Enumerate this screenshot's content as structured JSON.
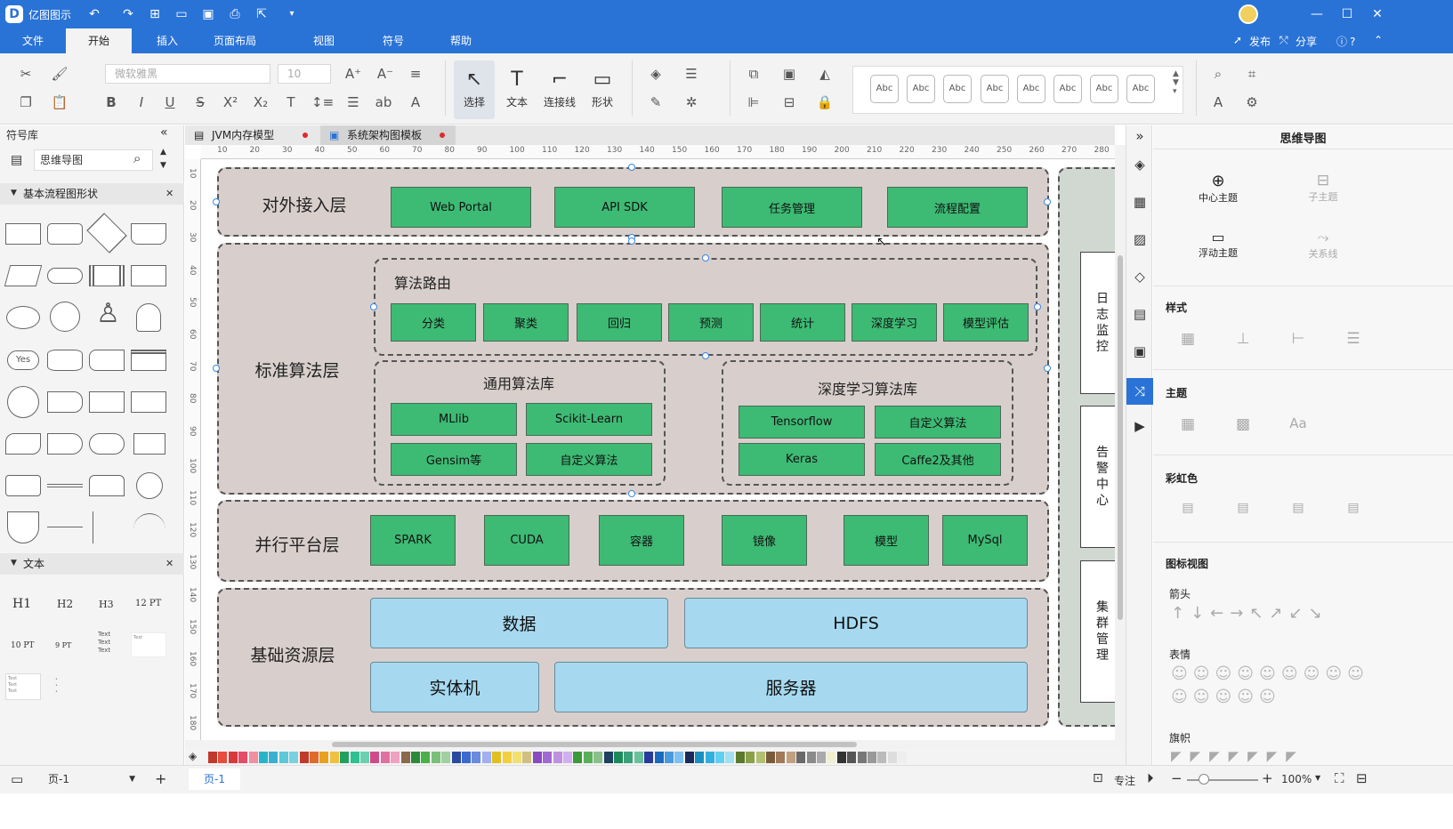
{
  "app": {
    "title": "亿图图示"
  },
  "menu": {
    "tabs": [
      "文件",
      "开始",
      "插入",
      "页面布局",
      "视图",
      "符号",
      "帮助"
    ],
    "active": "开始"
  },
  "titlebar": {
    "publish": "发布",
    "share": "分享",
    "help": "?"
  },
  "ribbon": {
    "font_name": "微软雅黑",
    "font_size": "10",
    "tools": [
      "选择",
      "文本",
      "连接线",
      "形状"
    ],
    "style_swatches": [
      "Abc",
      "Abc",
      "Abc",
      "Abc",
      "Abc",
      "Abc",
      "Abc",
      "Abc"
    ]
  },
  "left_panel": {
    "title": "符号库",
    "search_value": "思维导图",
    "section_shapes": "基本流程图形状",
    "section_text": "文本",
    "shape_yes": "Yes",
    "text_items": [
      "H1",
      "H2",
      "H3",
      "12 PT",
      "10 PT",
      "9 PT"
    ],
    "text_small": "Text"
  },
  "doc_tabs": [
    {
      "label": "JVM内存模型"
    },
    {
      "label": "系统架构图模板"
    }
  ],
  "ruler": {
    "h": [
      "10",
      "20",
      "30",
      "40",
      "50",
      "60",
      "70",
      "80",
      "90",
      "100",
      "110",
      "120",
      "130",
      "140",
      "150",
      "160",
      "170",
      "180",
      "190",
      "200",
      "210",
      "220",
      "230",
      "240",
      "250",
      "260",
      "270",
      "280"
    ],
    "v": [
      "10",
      "20",
      "30",
      "40",
      "50",
      "60",
      "70",
      "80",
      "90",
      "100",
      "110",
      "120",
      "130",
      "140",
      "150",
      "160",
      "170",
      "180"
    ]
  },
  "diagram": {
    "layer1": {
      "label": "对外接入层",
      "items": [
        "Web Portal",
        "API SDK",
        "任务管理",
        "流程配置"
      ]
    },
    "layer2": {
      "label": "标准算法层",
      "routing": {
        "title": "算法路由",
        "items": [
          "分类",
          "聚类",
          "回归",
          "预测",
          "统计",
          "深度学习",
          "模型评估"
        ]
      },
      "general": {
        "title": "通用算法库",
        "items": [
          "MLlib",
          "Scikit-Learn",
          "Gensim等",
          "自定义算法"
        ]
      },
      "deep": {
        "title": "深度学习算法库",
        "items": [
          "Tensorflow",
          "自定义算法",
          "Keras",
          "Caffe2及其他"
        ]
      }
    },
    "layer3": {
      "label": "并行平台层",
      "items": [
        "SPARK",
        "CUDA",
        "容器",
        "镜像",
        "模型",
        "MySql"
      ]
    },
    "layer4": {
      "label": "基础资源层",
      "items": [
        "数据",
        "HDFS",
        "实体机",
        "服务器"
      ]
    },
    "side": [
      "日志监控",
      "告警中心",
      "集群管理"
    ]
  },
  "right_panel": {
    "title": "思维导图",
    "actions": [
      "中心主题",
      "子主题",
      "浮动主题",
      "关系线"
    ],
    "sections": [
      "样式",
      "主题",
      "彩虹色",
      "图标视图"
    ],
    "icon_groups": [
      "箭头",
      "表情",
      "旗帜"
    ],
    "theme_font": "Aa"
  },
  "status": {
    "page_select": "页-1",
    "page_tab": "页-1",
    "focus": "专注",
    "zoom": "100%"
  },
  "colors": {
    "accent": "#2a73d6",
    "layer_fill": "#d8cfcc",
    "green_box": "#3dba74",
    "blue_box": "#a6d9f0"
  },
  "palette": [
    "#c0392b",
    "#e74c3c",
    "#d63a3a",
    "#e84a6a",
    "#f08fa0",
    "#28b4c8",
    "#3ab0d0",
    "#5cc8d8",
    "#7bd0e0",
    "#c0392b",
    "#e06a2a",
    "#e8a020",
    "#f0c040",
    "#22a060",
    "#2ec090",
    "#6ad0b0",
    "#d04a8a",
    "#e070a0",
    "#f0a0c0",
    "#8a6a4a",
    "#2a8a3a",
    "#4ab04a",
    "#7ac07a",
    "#a0d0a0",
    "#2a4aa0",
    "#3a6ad0",
    "#6a8ae0",
    "#a0b0f0",
    "#e0c020",
    "#f0d040",
    "#f0e070",
    "#d0c080",
    "#8a4ac0",
    "#a06ad0",
    "#c090e0",
    "#d0b0f0",
    "#3a9a3a",
    "#5ab05a",
    "#8ac08a",
    "#204060",
    "#1a8a5a",
    "#3aa07a",
    "#6ac09a",
    "#2a3a9a",
    "#1a6ac0",
    "#4a9ae0",
    "#80c0f0",
    "#1a2a5a",
    "#1a90c0",
    "#30b0e0",
    "#60d0f0",
    "#a0e0f0",
    "#5a7a2a",
    "#8aa04a",
    "#b0c070",
    "#7a5a3a",
    "#a07a5a",
    "#c0a080",
    "#6a6a6a",
    "#8a8a8a",
    "#aaaaaa",
    "#f0f0d0",
    "#333333",
    "#555555",
    "#777777",
    "#999999",
    "#bbbbbb",
    "#dddddd",
    "#eeeeee"
  ]
}
